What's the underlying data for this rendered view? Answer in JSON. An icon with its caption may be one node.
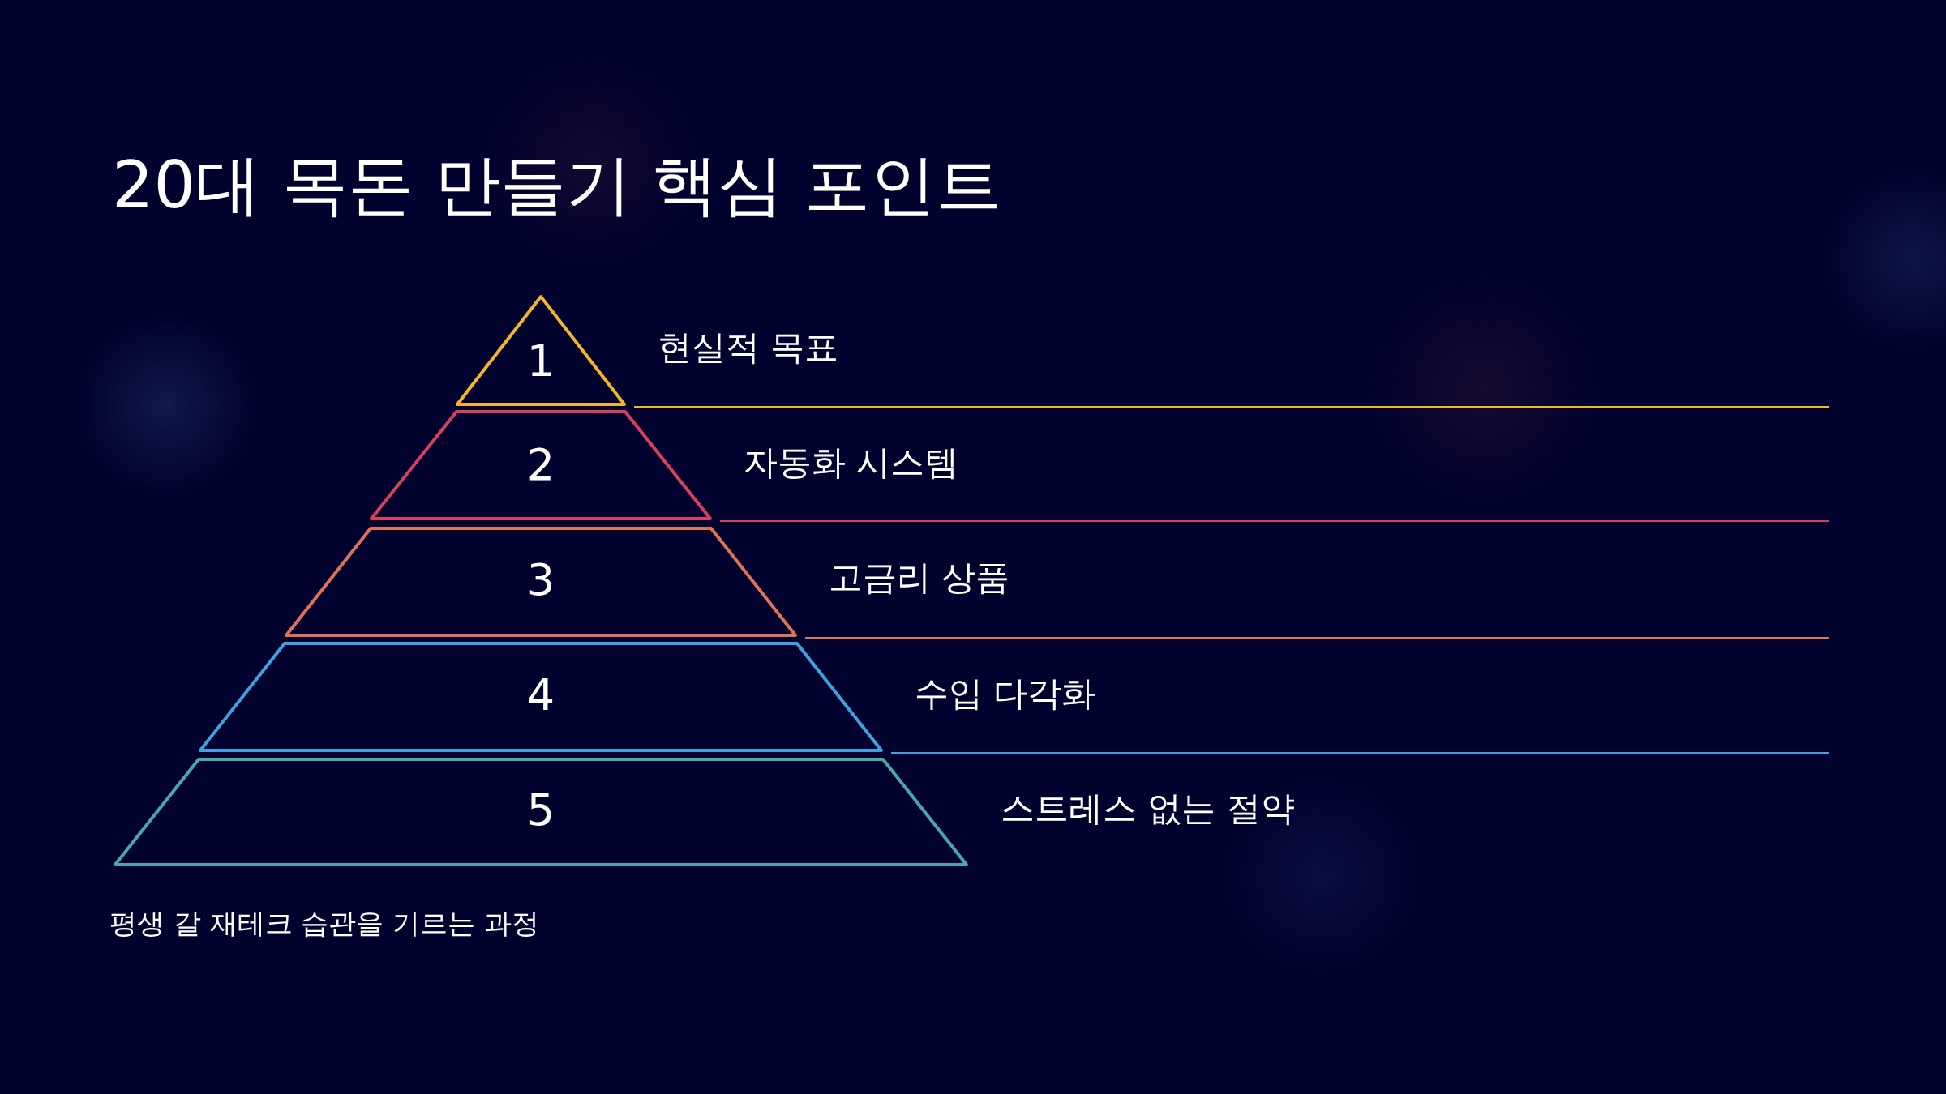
{
  "diagram": {
    "title": "20대 목돈 만들기 핵심 포인트",
    "caption": "평생 갈 재테크 습관을 기르는 과정",
    "nodes": [
      {
        "text": [
          "1"
        ],
        "beside": [
          "현실적 목표"
        ]
      },
      {
        "text": [
          "2"
        ],
        "beside": [
          "자동화 시스템"
        ]
      },
      {
        "text": [
          "3"
        ],
        "beside": [
          "고금리 상품"
        ]
      },
      {
        "text": [
          "4"
        ],
        "beside": [
          "수입 다각화"
        ]
      },
      {
        "text": [
          "5"
        ],
        "beside": [
          "스트레스 없는 절약"
        ]
      }
    ]
  }
}
